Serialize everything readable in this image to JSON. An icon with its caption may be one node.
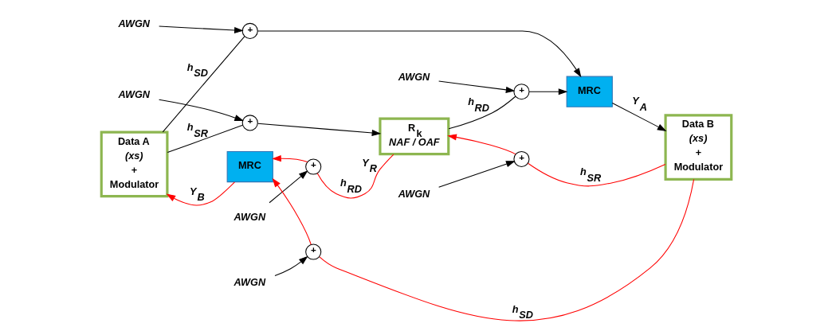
{
  "diagram": {
    "nodes": [
      {
        "text": [
          "AWGN"
        ]
      },
      {
        "text": [
          "+"
        ]
      },
      {
        "text": [
          "AWGN"
        ]
      },
      {
        "text": [
          "AWGN"
        ]
      },
      {
        "text": [
          "Data A",
          "(xs)",
          "+",
          "Modulator"
        ]
      },
      {
        "text": [
          "+"
        ]
      },
      {
        "text": [
          "R$_{k}$",
          "NAF / OAF"
        ],
        "beside": [
          "Y$_{R}$"
        ]
      },
      {
        "text": [
          "+"
        ]
      },
      {
        "text": [
          "MRC"
        ]
      },
      {
        "text": [
          "Data B",
          "(xs)",
          "+",
          "Modulator"
        ]
      },
      {
        "text": [
          "MRC"
        ]
      },
      {
        "text": [
          "+"
        ]
      },
      {
        "text": [
          "+"
        ]
      },
      {
        "text": [
          "AWGN"
        ]
      },
      {
        "text": [
          "AWGN"
        ]
      },
      {
        "text": [
          "+"
        ]
      },
      {
        "text": [
          "AWGN"
        ]
      }
    ],
    "edges": [
      {
        "from": 4,
        "to": 1,
        "arrow": "none",
        "label": "h$_{SD}$"
      },
      {
        "from": 1,
        "to": 8,
        "arrow": "to"
      },
      {
        "from": 4,
        "to": 5,
        "arrow": "none",
        "label": "h$_{SR}$"
      },
      {
        "from": 5,
        "to": 6,
        "arrow": "to"
      },
      {
        "from": 6,
        "to": 7,
        "arrow": "none",
        "label": "h$_{RD}$"
      },
      {
        "from": 7,
        "to": 8,
        "arrow": "to"
      },
      {
        "from": 8,
        "to": 9,
        "arrow": "to",
        "label": "Y$_{A}$"
      },
      {
        "from": 9,
        "to": 12,
        "arrow": "none",
        "label": "h$_{SR}$",
        "color": "#ff0000"
      },
      {
        "from": 12,
        "to": 6,
        "arrow": "to",
        "color": "#ff0000"
      },
      {
        "from": 6,
        "to": 11,
        "arrow": "none",
        "label": "h$_{RD}$",
        "color": "#ff0000"
      },
      {
        "from": 11,
        "to": 10,
        "arrow": "to",
        "color": "#ff0000"
      },
      {
        "from": 10,
        "to": 4,
        "arrow": "to",
        "label": "Y$_{B}$",
        "color": "#ff0000"
      },
      {
        "from": 9,
        "to": 15,
        "arrow": "none",
        "label": "h$_{SD}$",
        "color": "#ff0000"
      },
      {
        "from": 15,
        "to": 10,
        "arrow": "to",
        "color": "#ff0000"
      },
      {
        "from": 0,
        "to": 1,
        "arrow": "to"
      },
      {
        "from": 2,
        "to": 5,
        "arrow": "to"
      },
      {
        "from": 3,
        "to": 7,
        "arrow": "to"
      },
      {
        "from": 13,
        "to": 11,
        "arrow": "to"
      },
      {
        "from": 14,
        "to": 12,
        "arrow": "to"
      },
      {
        "from": 16,
        "to": 15,
        "arrow": "to"
      }
    ]
  }
}
